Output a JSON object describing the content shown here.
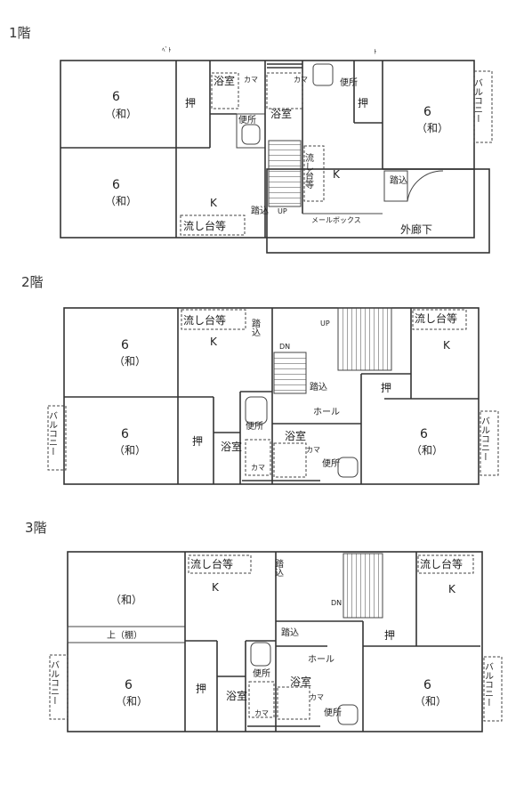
{
  "floors": [
    {
      "label": "1階"
    },
    {
      "label": "2階"
    },
    {
      "label": "3階"
    }
  ],
  "rooms": {
    "six": "6",
    "wa": "（和）",
    "oshi": "押",
    "yokushitsu": "浴室",
    "benjo": "便所",
    "kama": "カマ",
    "nagashi": "流し台等",
    "k": "K",
    "fumikomi": "踏込",
    "up": "UP",
    "dn": "DN",
    "hall": "ホール",
    "balcony": "バルコニー",
    "mailbox": "メールボックス",
    "gairouka": "外廊下",
    "ue_tana": "上（棚）"
  },
  "notes": {
    "note_a": "ﾍﾞﾄ",
    "note_b": "ﾄ"
  }
}
